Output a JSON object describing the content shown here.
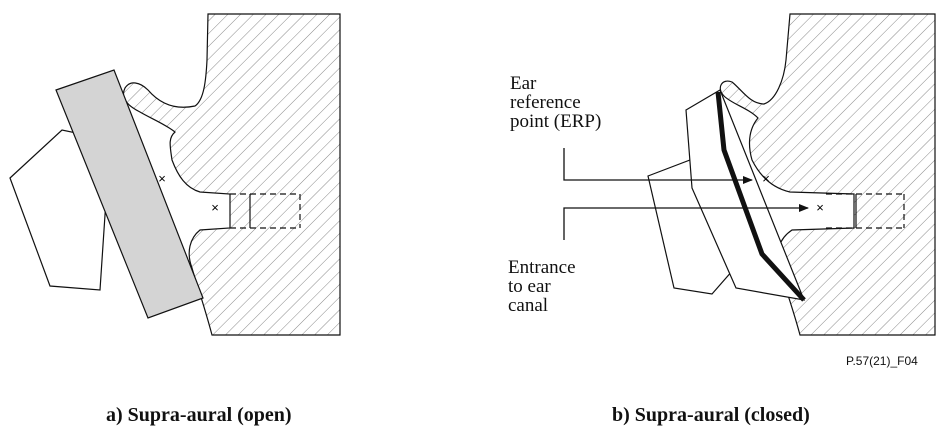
{
  "panel_a": {
    "caption": "a) Supra-aural (open)",
    "marker": "×"
  },
  "panel_b": {
    "caption": "b) Supra-aural (closed)",
    "marker": "×",
    "label_erp": "Ear\nreference\npoint (ERP)",
    "label_canal": "Entrance\nto ear\ncanal"
  },
  "figure_ref": "P.57(21)_F04",
  "colors": {
    "stroke": "#111111",
    "pad_fill": "#d4d4d4",
    "hatch": "#8a8a8a",
    "background": "#ffffff"
  }
}
